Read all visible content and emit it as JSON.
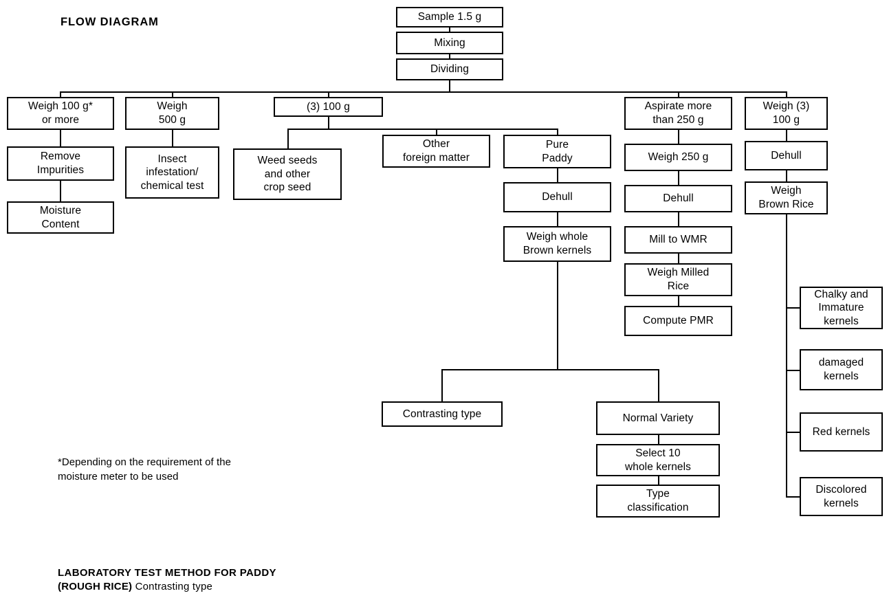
{
  "title": "FLOW DIAGRAM",
  "footnote": "*Depending on the requirement of the\n  moisture meter to be used",
  "caption": {
    "line1": "LABORATORY TEST METHOD FOR PADDY",
    "line2_bold": "(ROUGH RICE)",
    "line2_rest": " Contrasting type"
  },
  "colors": {
    "line": "#000000",
    "box_border": "#000000",
    "background": "#ffffff",
    "text": "#000000"
  },
  "nodes": {
    "sample": "Sample 1.5 g",
    "mixing": "Mixing",
    "dividing": "Dividing",
    "weigh_100g_or_more": "Weigh 100 g*\nor more",
    "remove_impurities": "Remove\nImpurities",
    "moisture_content": "Moisture\nContent",
    "weigh_500g": "Weigh\n500 g",
    "insect_infestation": "Insect\ninfestation/\nchemical test",
    "three_100g": "(3) 100 g",
    "weed_seeds": "Weed seeds\nand other\ncrop seed",
    "other_foreign_matter": "Other\nforeign matter",
    "pure_paddy": "Pure\nPaddy",
    "dehull_paddy": "Dehull",
    "weigh_whole_brown_kernels": "Weigh whole\nBrown kernels",
    "aspirate_more_than_250g": "Aspirate more\nthan 250 g",
    "weigh_250g": "Weigh 250 g",
    "dehull_250": "Dehull",
    "mill_to_wmr": "Mill to WMR",
    "weigh_milled_rice": "Weigh Milled\nRice",
    "compute_pmr": "Compute PMR",
    "weigh_3_100g": "Weigh (3)\n100 g",
    "dehull_brown": "Dehull",
    "weigh_brown_rice": "Weigh\nBrown Rice",
    "chalky_immature_kernels": "Chalky and\nImmature\nkernels",
    "damaged_kernels": "damaged\nkernels",
    "red_kernels": "Red kernels",
    "discolored_kernels": "Discolored\nkernels",
    "contrasting_type": "Contrasting type",
    "normal_variety": "Normal Variety",
    "select_10_whole_kernels": "Select 10\nwhole kernels",
    "type_classification": "Type\nclassification"
  },
  "chart_data": {
    "type": "diagram",
    "title": "FLOW DIAGRAM",
    "subtitle": "LABORATORY TEST METHOD FOR PADDY (ROUGH RICE) Contrasting type",
    "edges": [
      [
        "sample",
        "mixing"
      ],
      [
        "mixing",
        "dividing"
      ],
      [
        "dividing",
        "weigh_100g_or_more"
      ],
      [
        "dividing",
        "weigh_500g"
      ],
      [
        "dividing",
        "three_100g"
      ],
      [
        "dividing",
        "aspirate_more_than_250g"
      ],
      [
        "dividing",
        "weigh_3_100g"
      ],
      [
        "weigh_100g_or_more",
        "remove_impurities"
      ],
      [
        "remove_impurities",
        "moisture_content"
      ],
      [
        "weigh_500g",
        "insect_infestation"
      ],
      [
        "three_100g",
        "weed_seeds"
      ],
      [
        "three_100g",
        "other_foreign_matter"
      ],
      [
        "three_100g",
        "pure_paddy"
      ],
      [
        "pure_paddy",
        "dehull_paddy"
      ],
      [
        "dehull_paddy",
        "weigh_whole_brown_kernels"
      ],
      [
        "weigh_whole_brown_kernels",
        "contrasting_type"
      ],
      [
        "weigh_whole_brown_kernels",
        "normal_variety"
      ],
      [
        "normal_variety",
        "select_10_whole_kernels"
      ],
      [
        "select_10_whole_kernels",
        "type_classification"
      ],
      [
        "aspirate_more_than_250g",
        "weigh_250g"
      ],
      [
        "weigh_250g",
        "dehull_250"
      ],
      [
        "dehull_250",
        "mill_to_wmr"
      ],
      [
        "mill_to_wmr",
        "weigh_milled_rice"
      ],
      [
        "weigh_milled_rice",
        "compute_pmr"
      ],
      [
        "weigh_3_100g",
        "dehull_brown"
      ],
      [
        "dehull_brown",
        "weigh_brown_rice"
      ],
      [
        "weigh_brown_rice",
        "chalky_immature_kernels"
      ],
      [
        "weigh_brown_rice",
        "damaged_kernels"
      ],
      [
        "weigh_brown_rice",
        "red_kernels"
      ],
      [
        "weigh_brown_rice",
        "discolored_kernels"
      ]
    ]
  }
}
